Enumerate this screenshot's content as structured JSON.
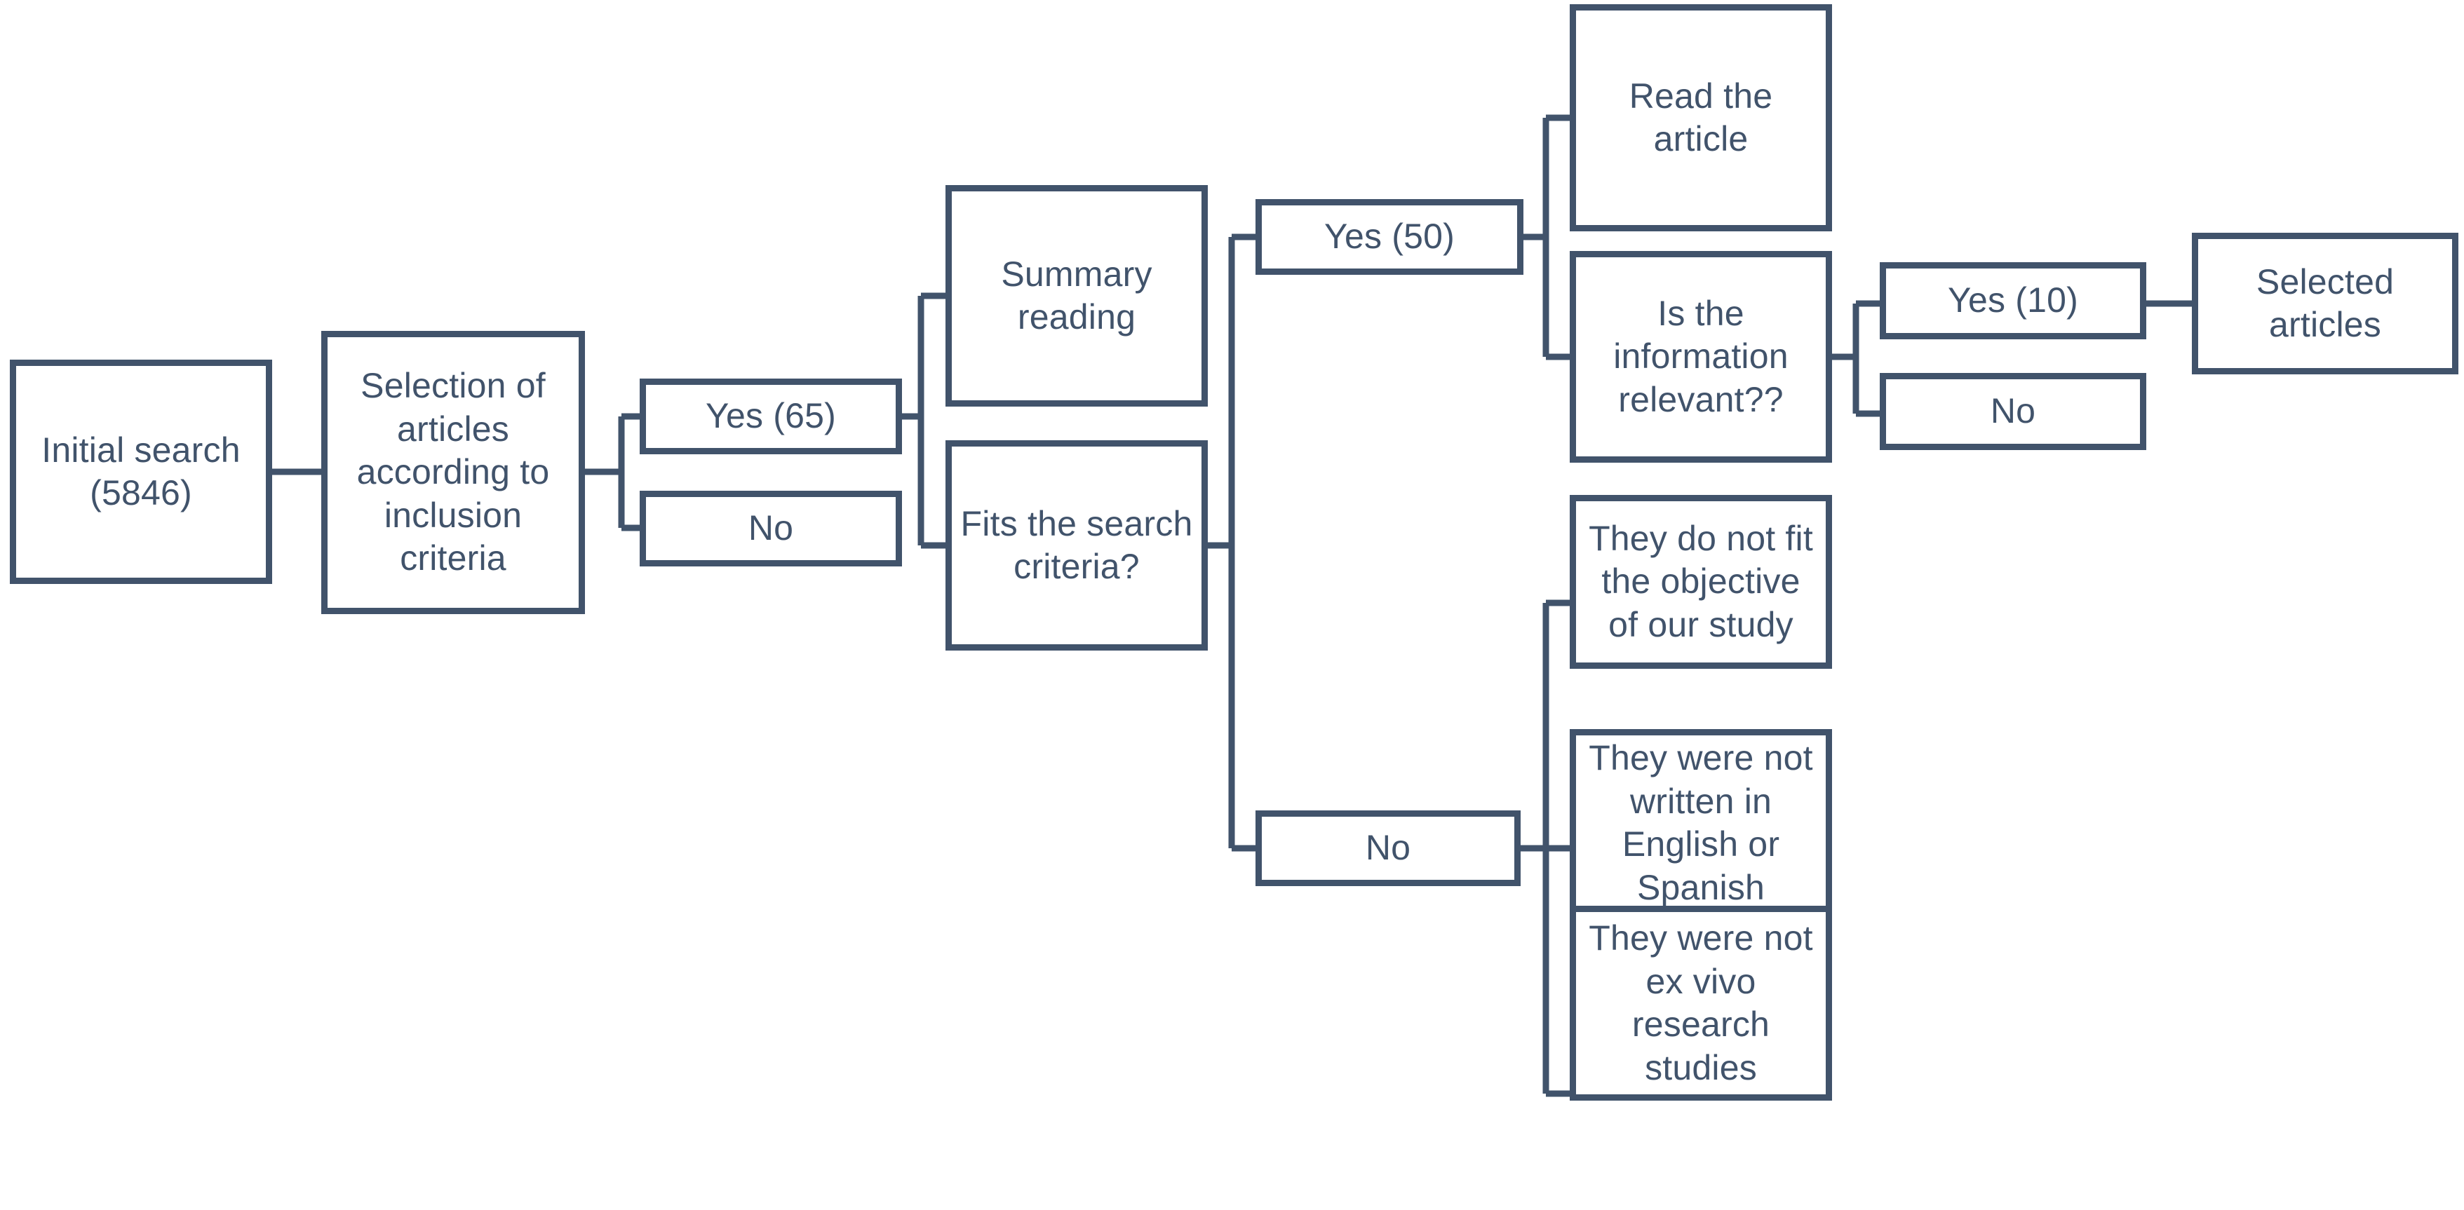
{
  "diagram": {
    "title": "Article selection flowchart",
    "type": "flowchart",
    "background_color": "#FFFFFF",
    "stroke_color": "#41536B",
    "text_color": "#41536B",
    "nodes": {
      "initial_search": {
        "label": "Initial search\n(5846)"
      },
      "selection_criteria": {
        "label": "Selection of articles according to inclusion criteria"
      },
      "yes_65": {
        "label": "Yes (65)"
      },
      "no_inclusion": {
        "label": "No"
      },
      "summary_reading": {
        "label": "Summary reading"
      },
      "fits_search_criteria": {
        "label": "Fits the search criteria?"
      },
      "yes_50": {
        "label": "Yes (50)"
      },
      "no_fits": {
        "label": "No"
      },
      "read_the_article": {
        "label": "Read the article"
      },
      "is_information_relevant": {
        "label": "Is the information relevant??"
      },
      "yes_10": {
        "label": "Yes (10)"
      },
      "no_relevant": {
        "label": "No"
      },
      "selected_articles": {
        "label": "Selected articles"
      },
      "exclusion_objective": {
        "label": "They do not fit the objective of our study"
      },
      "exclusion_language": {
        "label": "They were not written in English or Spanish"
      },
      "exclusion_exvivo": {
        "label": "They were not ex vivo research studies"
      }
    },
    "flow_data": {
      "initial_records": 5846,
      "after_inclusion_criteria": 65,
      "fits_search_criteria_yes": 50,
      "information_relevant_yes": 10,
      "branches": [
        {
          "from": "Selection of articles according to inclusion criteria",
          "to": [
            "Yes (65)",
            "No"
          ]
        },
        {
          "from": "Yes (65)",
          "to": [
            "Summary reading",
            "Fits the search criteria?"
          ]
        },
        {
          "from": "Fits the search criteria?",
          "to": [
            "Yes (50)",
            "No"
          ]
        },
        {
          "from": "Yes (50)",
          "to": [
            "Read the article",
            "Is the information relevant??"
          ]
        },
        {
          "from": "Is the information relevant??",
          "to": [
            "Yes (10)",
            "No"
          ]
        },
        {
          "from": "Yes (10)",
          "to": [
            "Selected articles"
          ]
        },
        {
          "from": "No",
          "to": [
            "They do not fit the objective of our study",
            "They were not written in English or Spanish",
            "They were not ex vivo research studies"
          ]
        }
      ]
    }
  }
}
